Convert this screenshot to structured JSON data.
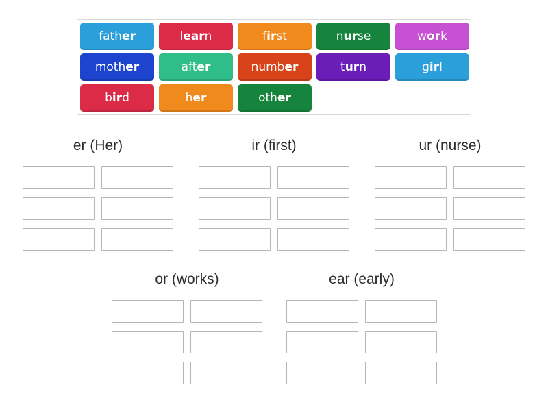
{
  "activity": {
    "type": "group-sort",
    "background": "#ffffff",
    "tray_border": "#d8d8d8",
    "slot_border": "#b5b5b5",
    "header_color": "#2e2e2e"
  },
  "tray": {
    "tiles": [
      {
        "word": "father",
        "pre": "fath",
        "bold": "er",
        "post": "",
        "color": "#2B9FD9"
      },
      {
        "word": "learn",
        "pre": "l",
        "bold": "ear",
        "post": "n",
        "color": "#DC2B47"
      },
      {
        "word": "first",
        "pre": "f",
        "bold": "ir",
        "post": "st",
        "color": "#F08A1D"
      },
      {
        "word": "nurse",
        "pre": "n",
        "bold": "ur",
        "post": "se",
        "color": "#17843D"
      },
      {
        "word": "work",
        "pre": "w",
        "bold": "or",
        "post": "k",
        "color": "#C651D3"
      },
      {
        "word": "mother",
        "pre": "moth",
        "bold": "er",
        "post": "",
        "color": "#1C44CE"
      },
      {
        "word": "after",
        "pre": "aft",
        "bold": "er",
        "post": "",
        "color": "#2FBD8A"
      },
      {
        "word": "number",
        "pre": "numb",
        "bold": "er",
        "post": "",
        "color": "#D8431A"
      },
      {
        "word": "turn",
        "pre": "t",
        "bold": "ur",
        "post": "n",
        "color": "#6B1DB8"
      },
      {
        "word": "girl",
        "pre": "g",
        "bold": "ir",
        "post": "l",
        "color": "#2B9FD9"
      },
      {
        "word": "bird",
        "pre": "b",
        "bold": "ir",
        "post": "d",
        "color": "#DC2B47"
      },
      {
        "word": "her",
        "pre": "h",
        "bold": "er",
        "post": "",
        "color": "#F08A1D"
      },
      {
        "word": "other",
        "pre": "oth",
        "bold": "er",
        "post": "",
        "color": "#17843D"
      }
    ]
  },
  "groups": [
    {
      "label": "er (Her)",
      "slot_count": 6
    },
    {
      "label": "ir (first)",
      "slot_count": 6
    },
    {
      "label": "ur (nurse)",
      "slot_count": 6
    },
    {
      "label": "or (works)",
      "slot_count": 6
    },
    {
      "label": "ear (early)",
      "slot_count": 6
    }
  ]
}
